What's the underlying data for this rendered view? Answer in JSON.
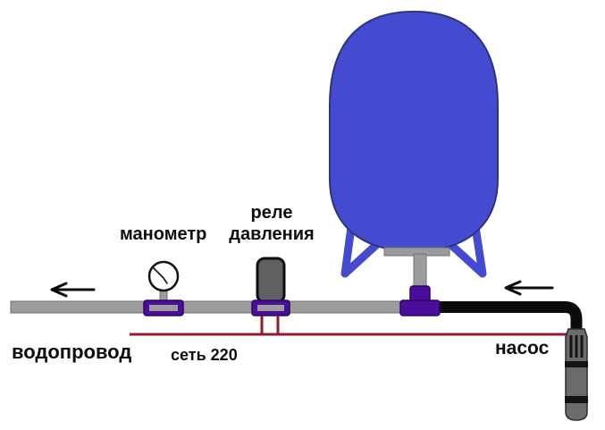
{
  "diagram": {
    "type": "schematic",
    "labels": {
      "gauge": "манометр",
      "relay_line1": "реле",
      "relay_line2": "давления",
      "water_supply": "водопровод",
      "power_network": "сеть 220",
      "pump": "насос"
    },
    "colors": {
      "background": "#ffffff",
      "tank": "#444bd0",
      "pipe_gray": "#9c9c9c",
      "pipe_black": "#0b0b0b",
      "fitting": "#4c0c9c",
      "relay_body": "#606060",
      "wire": "#8e1c2e",
      "pump_body": "#6b6b6b",
      "pump_band": "#141414",
      "gauge_face": "#ffffff",
      "arrow": "#0b0b0b",
      "text": "#0d0d0d"
    }
  }
}
